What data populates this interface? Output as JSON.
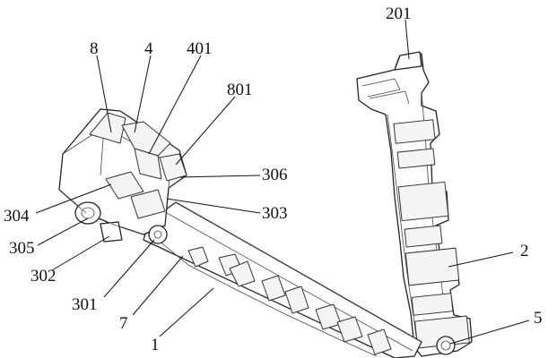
{
  "labels": {
    "l201": "201",
    "l8": "8",
    "l4": "4",
    "l401": "401",
    "l801": "801",
    "l306": "306",
    "l304": "304",
    "l303": "303",
    "l305": "305",
    "l302": "302",
    "l2": "2",
    "l301": "301",
    "l7": "7",
    "l5": "5",
    "l1": "1"
  }
}
